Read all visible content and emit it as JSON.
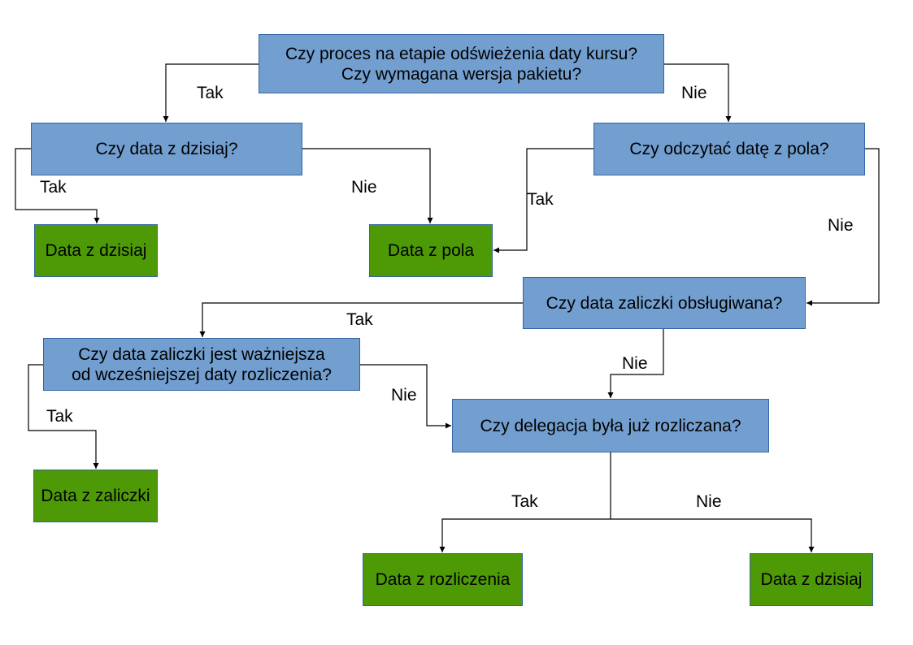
{
  "colors": {
    "question_fill": "#729fcf",
    "result_fill": "#4e9a06",
    "connector": "#000000"
  },
  "nodes": {
    "q_refresh": "Czy proces na etapie odświeżenia daty kursu?\nCzy wymagana wersja pakietu?",
    "q_today": "Czy data z dzisiaj?",
    "q_read_field": "Czy odczytać datę z pola?",
    "r_today_1": "Data z dzisiaj",
    "r_field": "Data z pola",
    "q_advance_supported": "Czy data zaliczki obsługiwana?",
    "q_advance_important": "Czy data zaliczki jest ważniejsza\nod wcześniejszej daty rozliczenia?",
    "q_settled": "Czy delegacja była już rozliczana?",
    "r_advance": "Data z zaliczki",
    "r_settlement": "Data z rozliczenia",
    "r_today_2": "Data z dzisiaj"
  },
  "labels": {
    "refresh_yes": "Tak",
    "refresh_no": "Nie",
    "today_yes": "Tak",
    "today_no": "Nie",
    "field_yes": "Tak",
    "field_no": "Nie",
    "supported_yes": "Tak",
    "supported_no": "Nie",
    "important_yes": "Tak",
    "important_no": "Nie",
    "settled_yes": "Tak",
    "settled_no": "Nie"
  }
}
